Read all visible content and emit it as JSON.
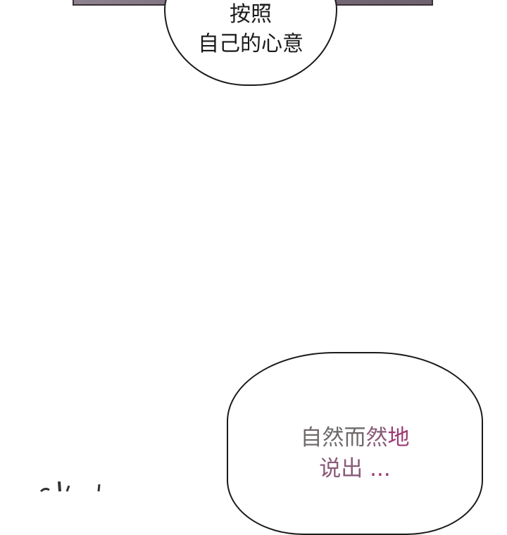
{
  "panel": {
    "type": "comic-panel",
    "background": "#ffffff",
    "top_frame_color": "#7a6e7c"
  },
  "bubble_top": {
    "line1": "按照",
    "line2": "自己的心意",
    "text_color": "#1a1a1a"
  },
  "bubble_bottom": {
    "line1_part1": "自然而",
    "line1_part2": "然",
    "line1_part3": "地",
    "line2_part1": "说出",
    "line2_part2": " ...",
    "colors": {
      "start": "#6f6a6a",
      "middle": "#8a5a78",
      "end": "#9b3a72"
    }
  }
}
